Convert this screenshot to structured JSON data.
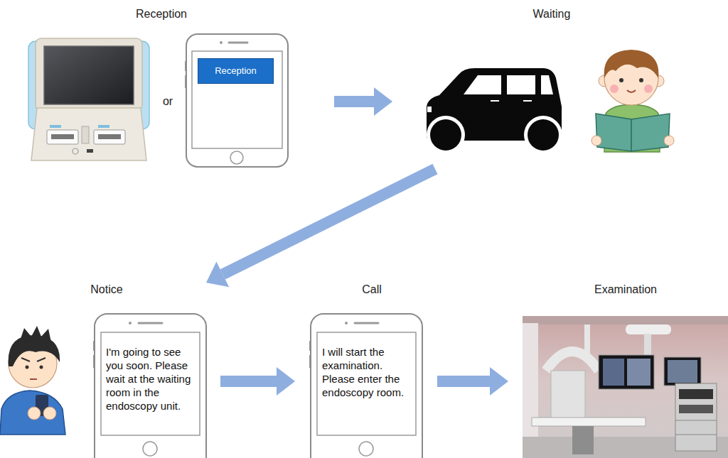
{
  "diagram": {
    "nodes": [
      {
        "text": [
          "Reception"
        ]
      },
      {
        "text": [
          "Reception"
        ],
        "in": 0
      },
      {
        "text": [
          "Waiting"
        ]
      },
      {
        "text": [
          "Notice",
          "I'm going to see you soon. Please wait at the waiting room in the endoscopy unit."
        ]
      },
      {
        "text": [
          "Call",
          "I will start the examination. Please enter the endoscopy room."
        ]
      },
      {
        "text": [
          "Examination"
        ]
      }
    ],
    "edges": [
      {
        "from": 0,
        "to": 2,
        "arrow": "to"
      },
      {
        "from": 2,
        "to": 3,
        "arrow": "to"
      },
      {
        "from": 3,
        "to": 4,
        "arrow": "to"
      },
      {
        "from": 4,
        "to": 5,
        "arrow": "to"
      }
    ],
    "labels": [
      "or"
    ]
  }
}
